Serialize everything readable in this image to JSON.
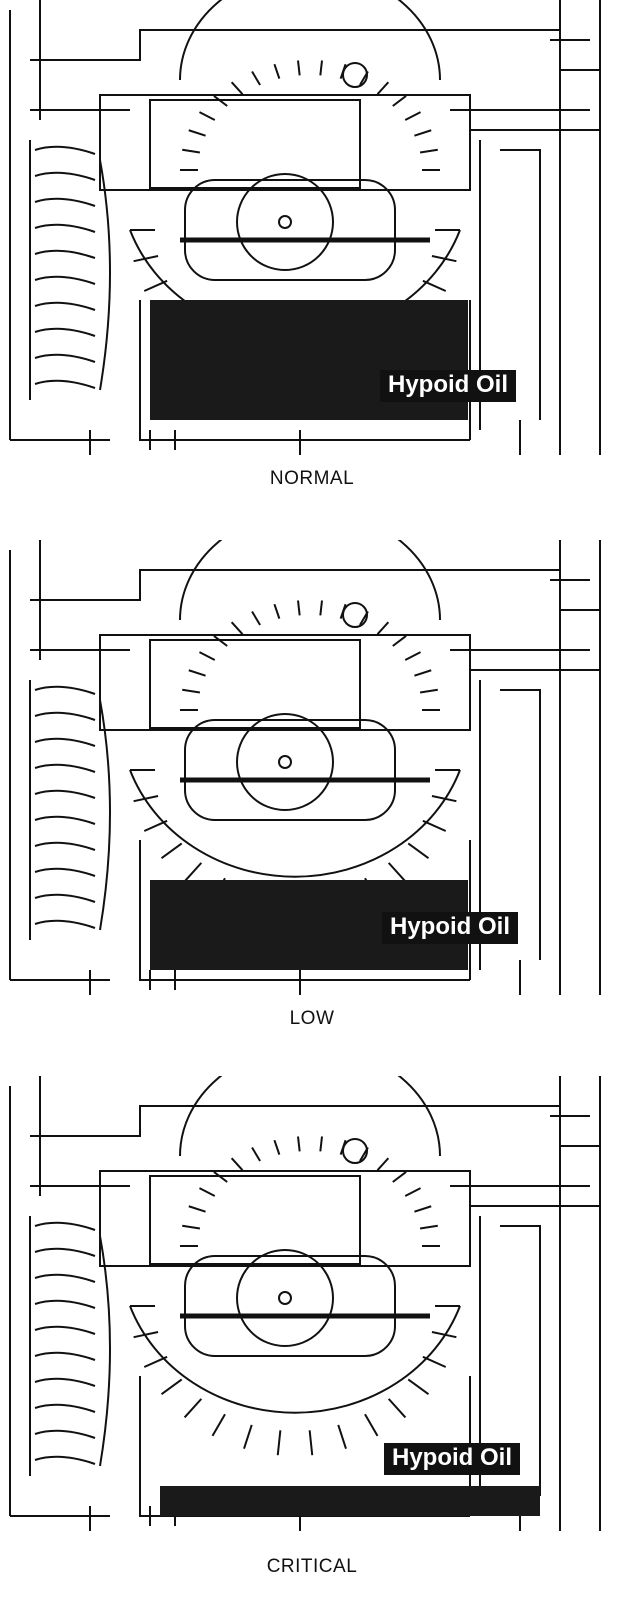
{
  "panels": [
    {
      "id": "normal",
      "caption": "NORMAL",
      "oil_label": "Hypoid Oil",
      "oil_level_pct": 72
    },
    {
      "id": "low",
      "caption": "LOW",
      "oil_label": "Hypoid Oil",
      "oil_level_pct": 52
    },
    {
      "id": "critical",
      "caption": "CRITICAL",
      "oil_label": "Hypoid Oil",
      "oil_level_pct": 20
    }
  ],
  "colors": {
    "ink": "#111111",
    "oil": "#1a1a1a",
    "paper": "#ffffff"
  },
  "icons": [
    "differential-gear-illustration"
  ]
}
